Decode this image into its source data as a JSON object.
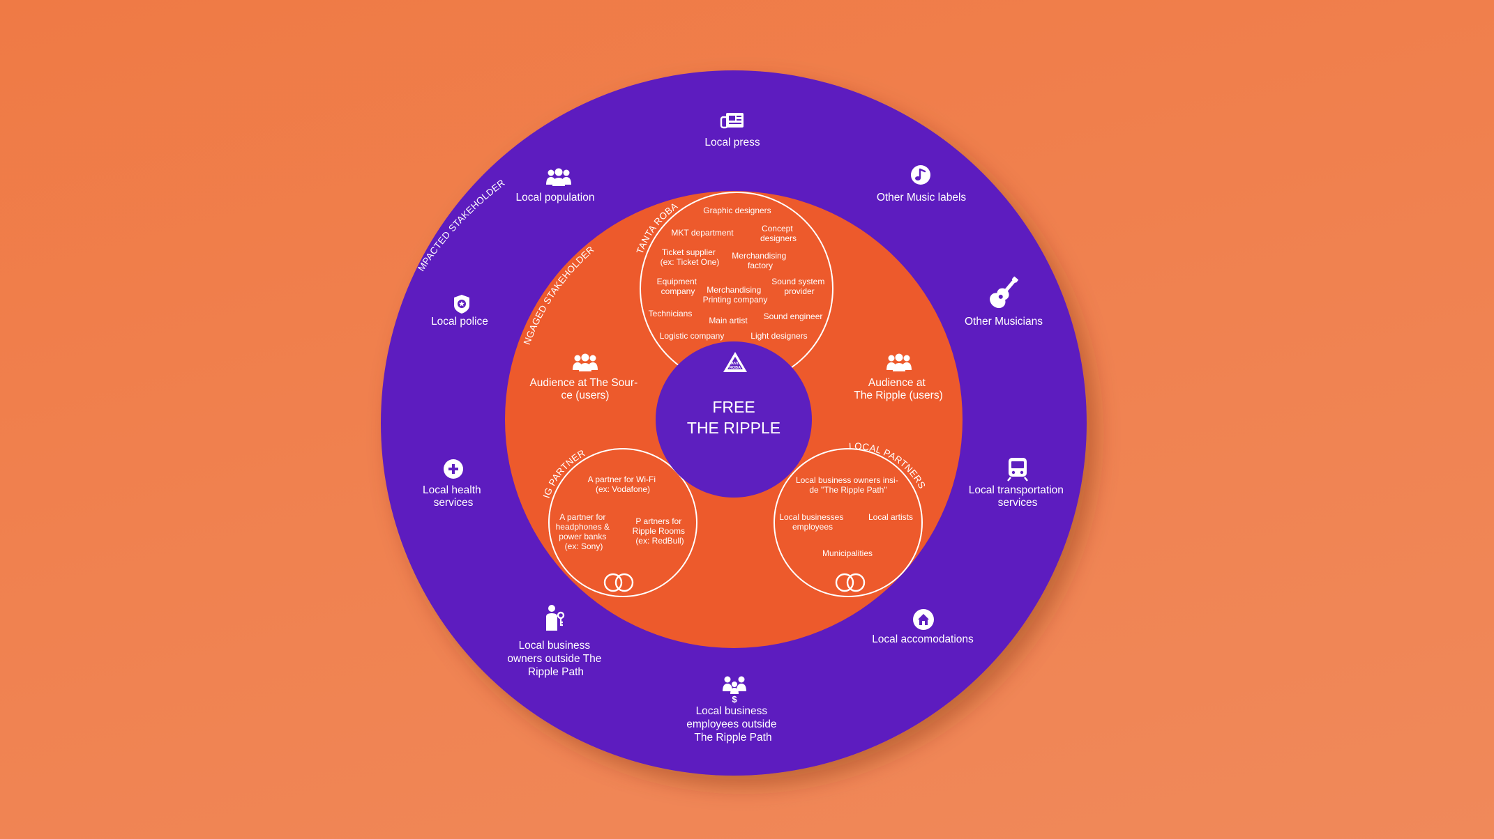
{
  "colors": {
    "background": "#f08050",
    "outer_ring": "#5d1fbf",
    "engaged_ring": "#ed5a2c",
    "center": "#5d1fbf",
    "text": "#ffffff"
  },
  "rings": {
    "impacted": "IMPACTED STAKEHOLDERS",
    "engaged": "ENGAGED STAKEHOLDERS"
  },
  "center": {
    "line1": "FREE",
    "line2": "THE RIPPLE"
  },
  "outer": {
    "local_press": {
      "icon": "newspaper-icon",
      "lines": [
        "Local press"
      ]
    },
    "music_labels": {
      "icon": "music-note-icon",
      "lines": [
        "Other Music labels"
      ]
    },
    "musicians": {
      "icon": "guitar-icon",
      "lines": [
        "Other Musicians"
      ]
    },
    "transportation": {
      "icon": "train-icon",
      "lines": [
        "Local transportation",
        "services"
      ]
    },
    "accomodations": {
      "icon": "house-icon",
      "lines": [
        "Local accomodations"
      ]
    },
    "employees_outside": {
      "icon": "people-money-icon",
      "lines": [
        "Local business",
        "employees outside",
        "The Ripple Path"
      ]
    },
    "owners_outside": {
      "icon": "business-owner-icon",
      "lines": [
        "Local business",
        "owners outside The",
        "Ripple Path"
      ]
    },
    "health": {
      "icon": "health-cross-icon",
      "lines": [
        "Local health",
        "services"
      ]
    },
    "police": {
      "icon": "police-badge-icon",
      "lines": [
        "Local police"
      ]
    },
    "population": {
      "icon": "group-icon",
      "lines": [
        "Local population"
      ]
    }
  },
  "engaged": {
    "audience_source": {
      "icon": "group-icon",
      "lines": [
        "Audience at The Sour-",
        "ce (users)"
      ]
    },
    "audience_ripple": {
      "icon": "group-icon",
      "lines": [
        "Audience at",
        "The Ripple (users)"
      ]
    }
  },
  "tanta_roba": {
    "title": "TANTA ROBA",
    "logo": "tanta-roba-logo-icon",
    "logo_text": [
      "TANTA",
      "ROBA"
    ],
    "items": {
      "graphic": [
        "Graphic designers"
      ],
      "mkt": [
        "MKT department"
      ],
      "concept": [
        "Concept",
        "designers"
      ],
      "ticket": [
        "Ticket supplier",
        "(ex: Ticket One)"
      ],
      "merch_factory": [
        "Merchandising",
        "factory"
      ],
      "equipment": [
        "Equipment",
        "company"
      ],
      "merch_print": [
        "Merchandising",
        "Printing company"
      ],
      "sound_provider": [
        "Sound system",
        "provider"
      ],
      "technicians": [
        "Technicians"
      ],
      "main_artist": [
        "Main artist"
      ],
      "sound_engineer": [
        "Sound engineer"
      ],
      "logistic": [
        "Logistic company"
      ],
      "light": [
        "Light designers"
      ]
    }
  },
  "big_partners": {
    "title": "BIG PARTNERS",
    "icon": "interlocking-rings-icon",
    "items": {
      "wifi": [
        "A partner for Wi-Fi",
        "(ex: Vodafone)"
      ],
      "headphones": [
        "A partner for",
        "headphones &",
        "power banks",
        "(ex: Sony)"
      ],
      "rooms": [
        "P artners for",
        "Ripple Rooms",
        "(ex: RedBull)"
      ]
    }
  },
  "local_partners": {
    "title": "LOCAL PARTNERS",
    "icon": "interlocking-rings-icon",
    "items": {
      "owners_inside": [
        "Local business owners insi-",
        "de \"The Ripple Path\""
      ],
      "employees": [
        "Local businesses",
        "employees"
      ],
      "artists": [
        "Local artists"
      ],
      "municipalities": [
        "Municipalities"
      ]
    }
  }
}
